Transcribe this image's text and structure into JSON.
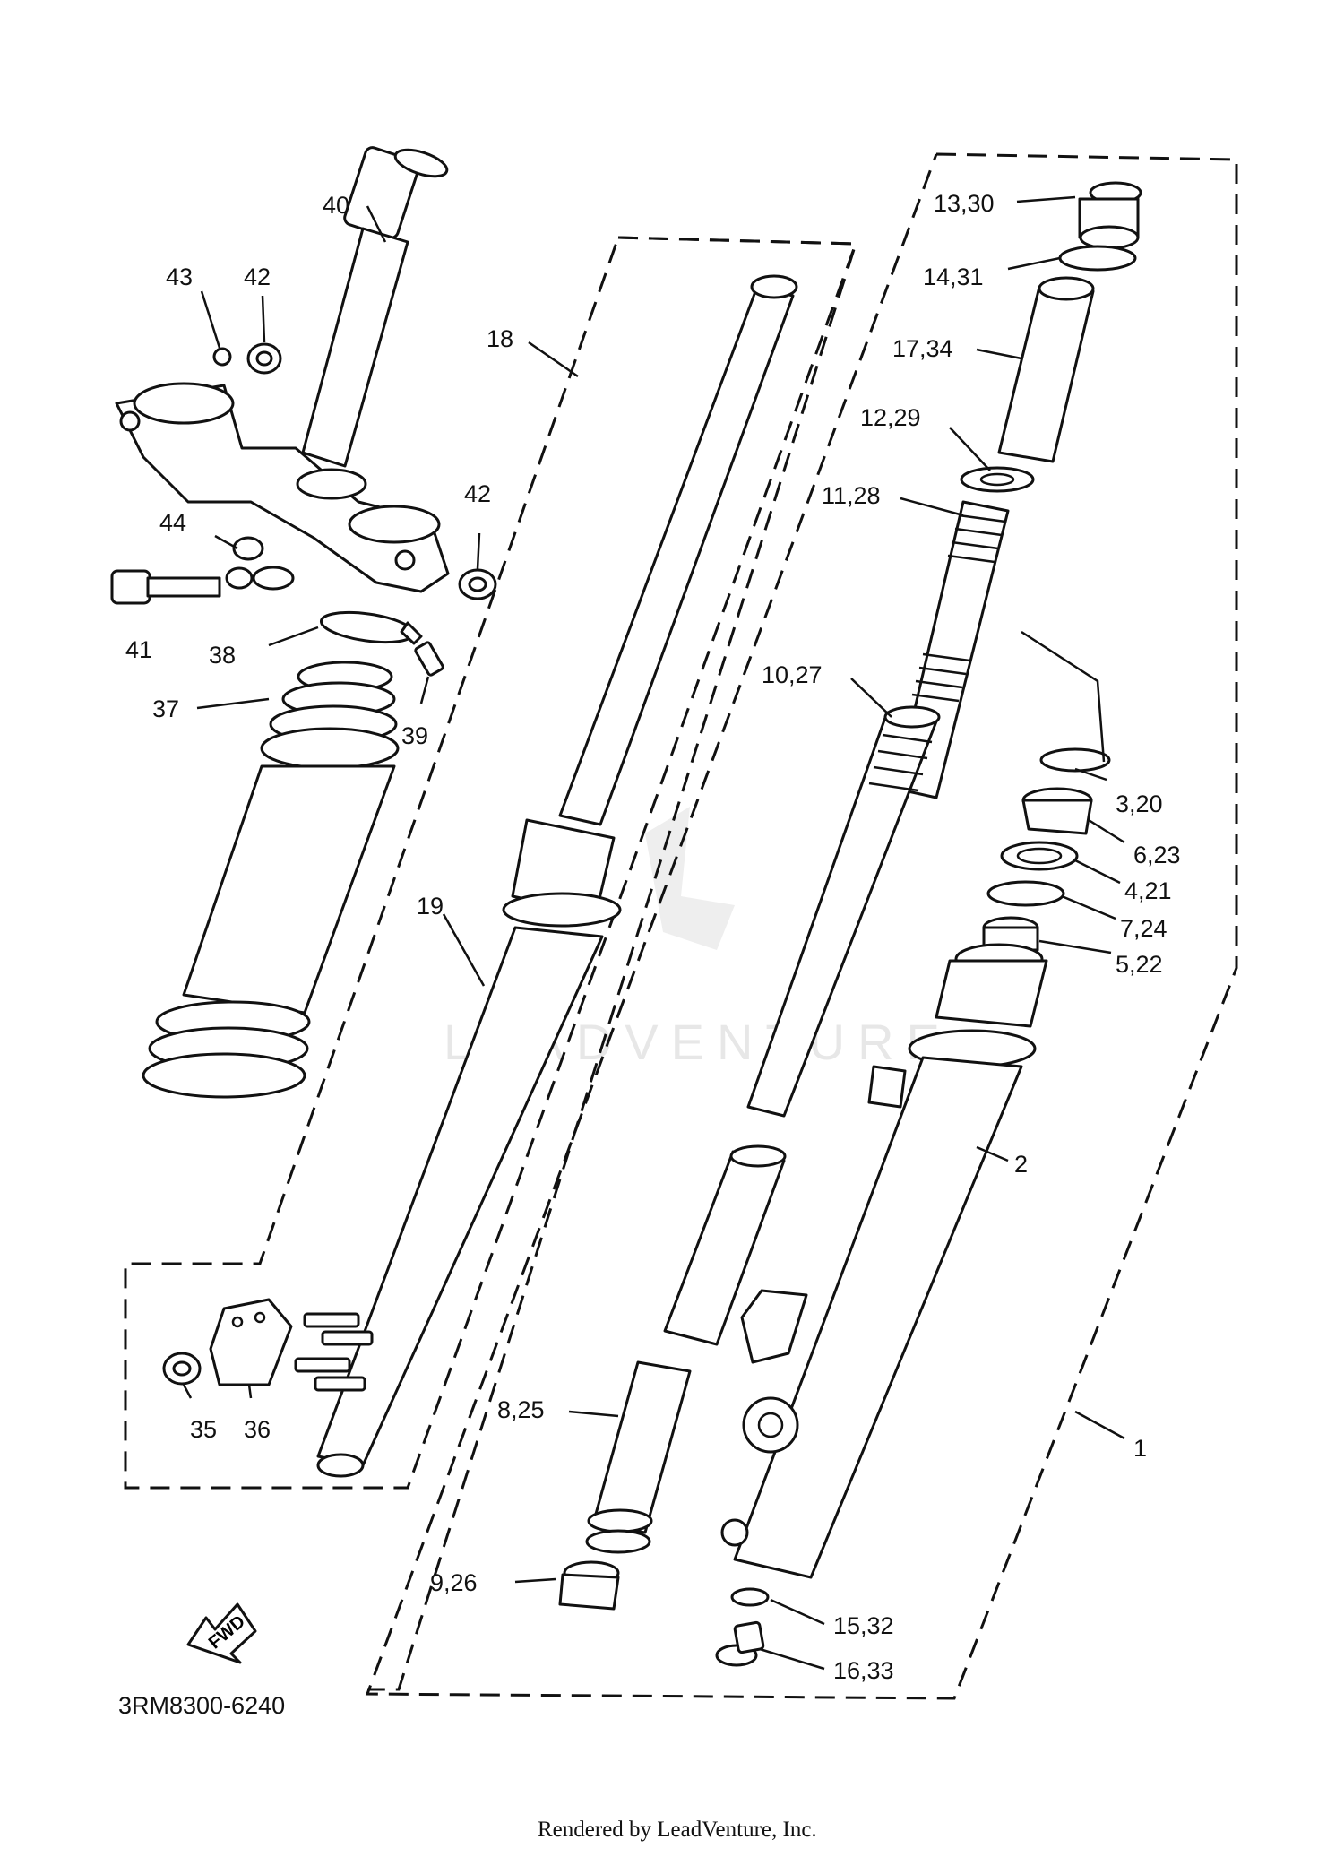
{
  "diagram": {
    "code": "3RM8300-6240",
    "rendered_by": "Rendered by LeadVenture, Inc.",
    "watermark": "LEADVENTURE",
    "forward_marker": "FWD"
  },
  "callouts": {
    "c40": "40",
    "c43": "43",
    "c42a": "42",
    "c42b": "42",
    "c18": "18",
    "c44": "44",
    "c41": "41",
    "c38": "38",
    "c37": "37",
    "c39": "39",
    "c19": "19",
    "c35": "35",
    "c36": "36",
    "c13_30": "13,30",
    "c14_31": "14,31",
    "c17_34": "17,34",
    "c12_29": "12,29",
    "c11_28": "11,28",
    "c10_27": "10,27",
    "c3_20": "3,20",
    "c6_23": "6,23",
    "c4_21": "4,21",
    "c7_24": "7,24",
    "c5_22": "5,22",
    "c2": "2",
    "c1": "1",
    "c8_25": "8,25",
    "c9_26": "9,26",
    "c15_32": "15,32",
    "c16_33": "16,33"
  }
}
